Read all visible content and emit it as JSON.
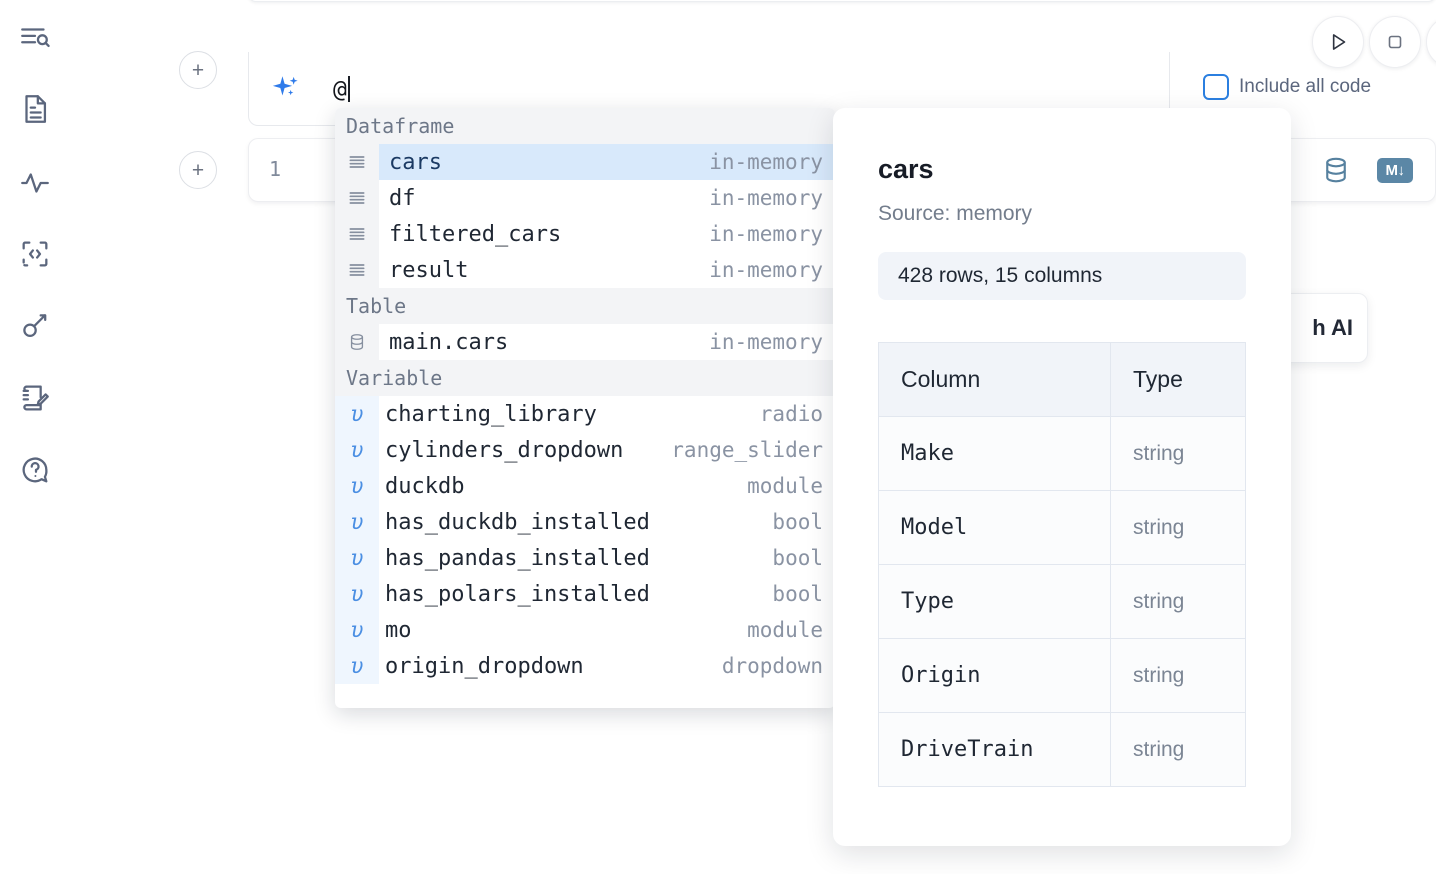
{
  "sidebar": {
    "items": [
      {
        "name": "explore-outline-icon",
        "label": "Outline"
      },
      {
        "name": "file-document-icon",
        "label": "Files"
      },
      {
        "name": "activity-pulse-icon",
        "label": "Variables"
      },
      {
        "name": "code-snippet-icon",
        "label": "Snippets"
      },
      {
        "name": "key-secrets-icon",
        "label": "Secrets"
      },
      {
        "name": "notebook-edit-icon",
        "label": "Scratchpad"
      },
      {
        "name": "help-chat-icon",
        "label": "Help"
      }
    ]
  },
  "toolbar": {
    "run_label": "Run",
    "stop_label": "Stop",
    "include_all_code_label": "Include all code",
    "include_all_code_checked": false
  },
  "ai_prompt": {
    "value": "@",
    "icon": "sparkles-icon"
  },
  "code_cell": {
    "line_number": "1",
    "database_icon": "database-icon",
    "markdown_icon": "markdown-icon",
    "markdown_label": "M↓"
  },
  "ai_chip": {
    "label": "h AI"
  },
  "autocomplete": {
    "sections": [
      {
        "title": "Dataframe",
        "items": [
          {
            "icon": "dataframe-icon",
            "label": "cars",
            "type": "in-memory",
            "selected": true
          },
          {
            "icon": "dataframe-icon",
            "label": "df",
            "type": "in-memory",
            "selected": false
          },
          {
            "icon": "dataframe-icon",
            "label": "filtered_cars",
            "type": "in-memory",
            "selected": false
          },
          {
            "icon": "dataframe-icon",
            "label": "result",
            "type": "in-memory",
            "selected": false
          }
        ]
      },
      {
        "title": "Table",
        "items": [
          {
            "icon": "table-icon",
            "label": "main.cars",
            "type": "in-memory",
            "selected": false
          }
        ]
      },
      {
        "title": "Variable",
        "items": [
          {
            "icon": "variable-icon",
            "label": "charting_library",
            "type": "radio",
            "selected": false
          },
          {
            "icon": "variable-icon",
            "label": "cylinders_dropdown",
            "type": "range_slider",
            "selected": false
          },
          {
            "icon": "variable-icon",
            "label": "duckdb",
            "type": "module",
            "selected": false
          },
          {
            "icon": "variable-icon",
            "label": "has_duckdb_installed",
            "type": "bool",
            "selected": false
          },
          {
            "icon": "variable-icon",
            "label": "has_pandas_installed",
            "type": "bool",
            "selected": false
          },
          {
            "icon": "variable-icon",
            "label": "has_polars_installed",
            "type": "bool",
            "selected": false
          },
          {
            "icon": "variable-icon",
            "label": "mo",
            "type": "module",
            "selected": false
          },
          {
            "icon": "variable-icon",
            "label": "origin_dropdown",
            "type": "dropdown",
            "selected": false
          }
        ]
      }
    ]
  },
  "doc_panel": {
    "title": "cars",
    "source": "Source: memory",
    "shape": "428 rows, 15 columns",
    "table": {
      "headers": [
        "Column",
        "Type"
      ],
      "rows": [
        [
          "Make",
          "string"
        ],
        [
          "Model",
          "string"
        ],
        [
          "Type",
          "string"
        ],
        [
          "Origin",
          "string"
        ],
        [
          "DriveTrain",
          "string"
        ]
      ]
    }
  },
  "colors": {
    "accent_blue": "#2b7fe0",
    "selection_blue": "#d8e9fb",
    "icon_gray": "#5b667d"
  }
}
